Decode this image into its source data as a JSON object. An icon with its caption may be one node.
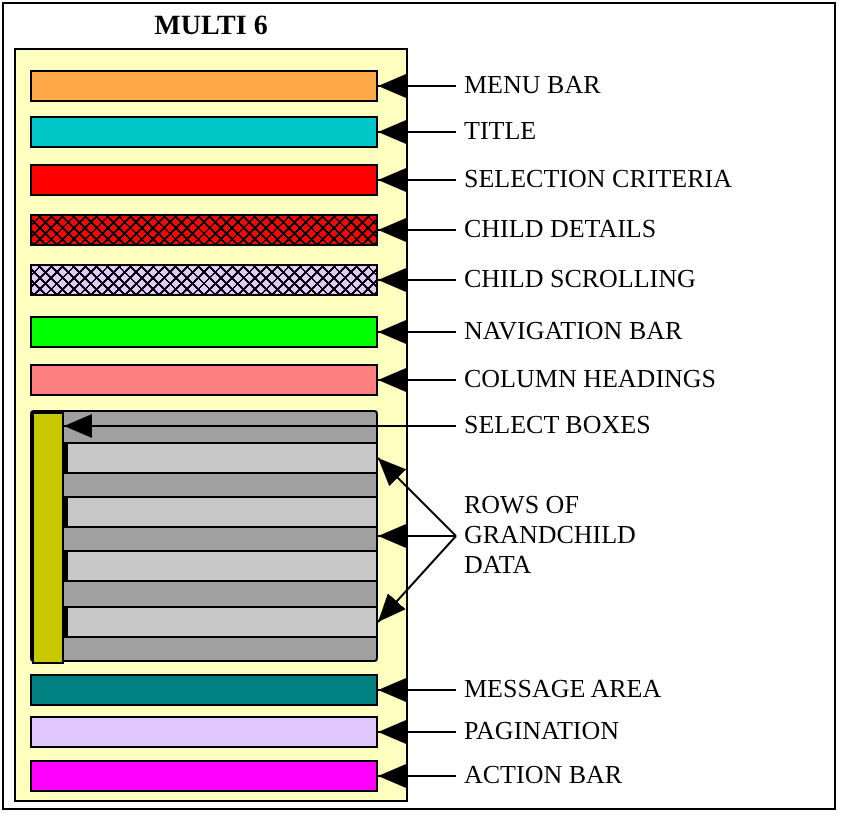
{
  "diagram": {
    "nodes": [
      {
        "text": [
          "MULTI 6"
        ]
      },
      {
        "text": [],
        "shape": "bar",
        "in": 0
      },
      {
        "text": [],
        "shape": "bar",
        "in": 0
      },
      {
        "text": [],
        "shape": "bar",
        "in": 0
      },
      {
        "text": [],
        "shape": "bar",
        "in": 0
      },
      {
        "text": [],
        "shape": "bar",
        "in": 0
      },
      {
        "text": [],
        "shape": "bar",
        "in": 0
      },
      {
        "text": [],
        "shape": "bar",
        "in": 0
      },
      {
        "text": [],
        "shape": "box",
        "in": 0
      },
      {
        "text": [],
        "shape": "bar",
        "in": 8
      },
      {
        "text": [],
        "shape": "bar",
        "in": 8
      },
      {
        "text": [],
        "shape": "bar",
        "in": 8
      },
      {
        "text": [],
        "shape": "bar",
        "in": 8
      },
      {
        "text": [],
        "shape": "bar",
        "in": 8
      },
      {
        "text": [],
        "shape": "bar",
        "in": 0
      },
      {
        "text": [],
        "shape": "bar",
        "in": 0
      },
      {
        "text": [],
        "shape": "bar",
        "in": 0
      },
      {
        "text": [
          "MENU BAR"
        ]
      },
      {
        "text": [
          "TITLE"
        ]
      },
      {
        "text": [
          "SELECTION CRITERIA"
        ]
      },
      {
        "text": [
          "CHILD DETAILS"
        ]
      },
      {
        "text": [
          "CHILD SCROLLING"
        ]
      },
      {
        "text": [
          "NAVIGATION BAR"
        ]
      },
      {
        "text": [
          "COLUMN HEADINGS"
        ]
      },
      {
        "text": [
          "SELECT BOXES"
        ]
      },
      {
        "text": [
          "ROWS OF GRANDCHILD DATA"
        ]
      },
      {
        "text": [
          "MESSAGE AREA"
        ]
      },
      {
        "text": [
          "PAGINATION"
        ]
      },
      {
        "text": [
          "ACTION BAR"
        ]
      }
    ],
    "edges": [
      {
        "from": 17,
        "to": 1,
        "arrow": "to"
      },
      {
        "from": 18,
        "to": 2,
        "arrow": "to"
      },
      {
        "from": 19,
        "to": 3,
        "arrow": "to"
      },
      {
        "from": 20,
        "to": 4,
        "arrow": "to"
      },
      {
        "from": 21,
        "to": 5,
        "arrow": "to"
      },
      {
        "from": 22,
        "to": 6,
        "arrow": "to"
      },
      {
        "from": 23,
        "to": 7,
        "arrow": "to"
      },
      {
        "from": 24,
        "to": 9,
        "arrow": "to"
      },
      {
        "from": 25,
        "to": 10,
        "arrow": "to"
      },
      {
        "from": 25,
        "to": 8,
        "arrow": "to"
      },
      {
        "from": 25,
        "to": 13,
        "arrow": "to"
      },
      {
        "from": 26,
        "to": 14,
        "arrow": "to"
      },
      {
        "from": 27,
        "to": 15,
        "arrow": "to"
      },
      {
        "from": 28,
        "to": 16,
        "arrow": "to"
      }
    ]
  }
}
